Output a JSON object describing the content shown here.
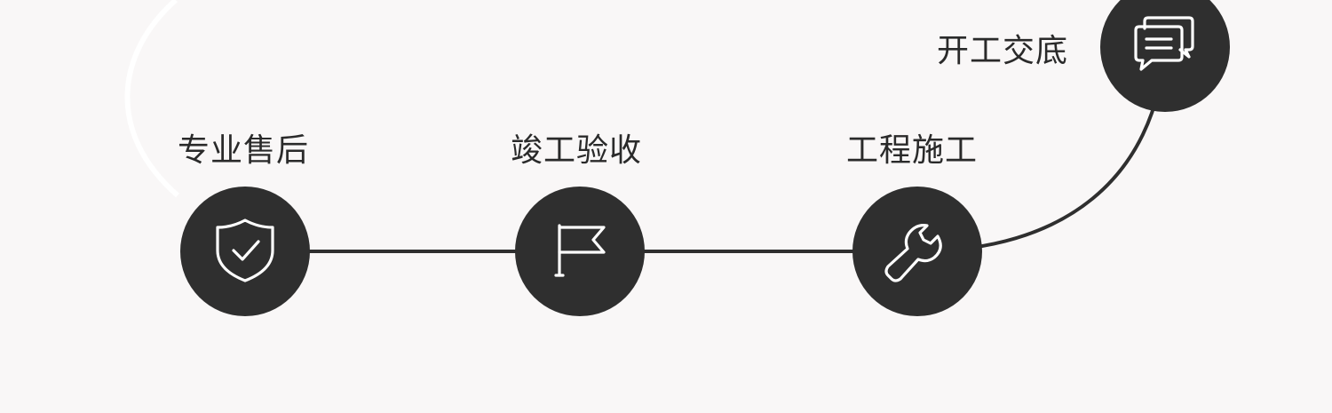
{
  "steps": [
    {
      "label": "开工交底",
      "icon": "chat-bubbles-icon"
    },
    {
      "label": "工程施工",
      "icon": "wrench-icon"
    },
    {
      "label": "竣工验收",
      "icon": "flag-icon"
    },
    {
      "label": "专业售后",
      "icon": "shield-check-icon"
    }
  ],
  "colors": {
    "background": "#f9f7f7",
    "node": "#2f2f2f",
    "line": "#2f2f2f",
    "icon": "#ffffff",
    "text": "#2a2a2a"
  }
}
